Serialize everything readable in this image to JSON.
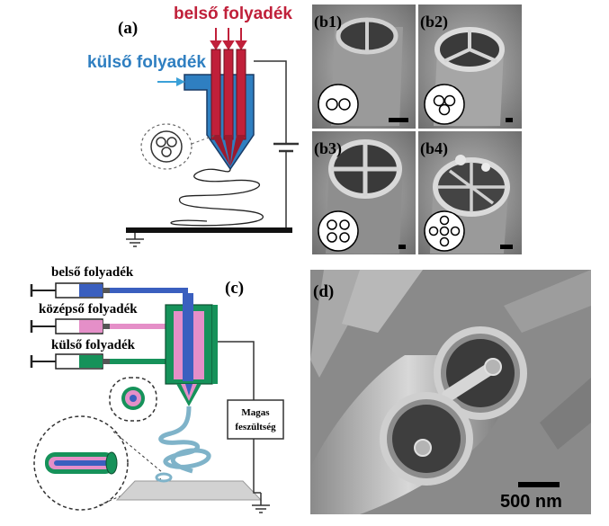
{
  "panel_a": {
    "label": "(a)",
    "inner_fluid": "belső folyadék",
    "outer_fluid": "külső folyadék"
  },
  "panel_b": {
    "b1": "(b1)",
    "b2": "(b2)",
    "b3": "(b3)",
    "b4": "(b4)"
  },
  "panel_c": {
    "label": "(c)",
    "inner_fluid": "belső folyadék",
    "middle_fluid": "középső folyadék",
    "outer_fluid": "külső folyadék",
    "voltage_line1": "Magas",
    "voltage_line2": "feszültség"
  },
  "panel_d": {
    "label": "(d)",
    "scale_bar": "500 nm"
  },
  "colors": {
    "outer_blue": "#2f7fc1",
    "inner_red": "#c0203a",
    "inner_fluid_blue": "#3a5fbf",
    "middle_pink": "#e58fc8",
    "outer_green": "#16925a",
    "arrow_cyan": "#3aa0d8"
  }
}
